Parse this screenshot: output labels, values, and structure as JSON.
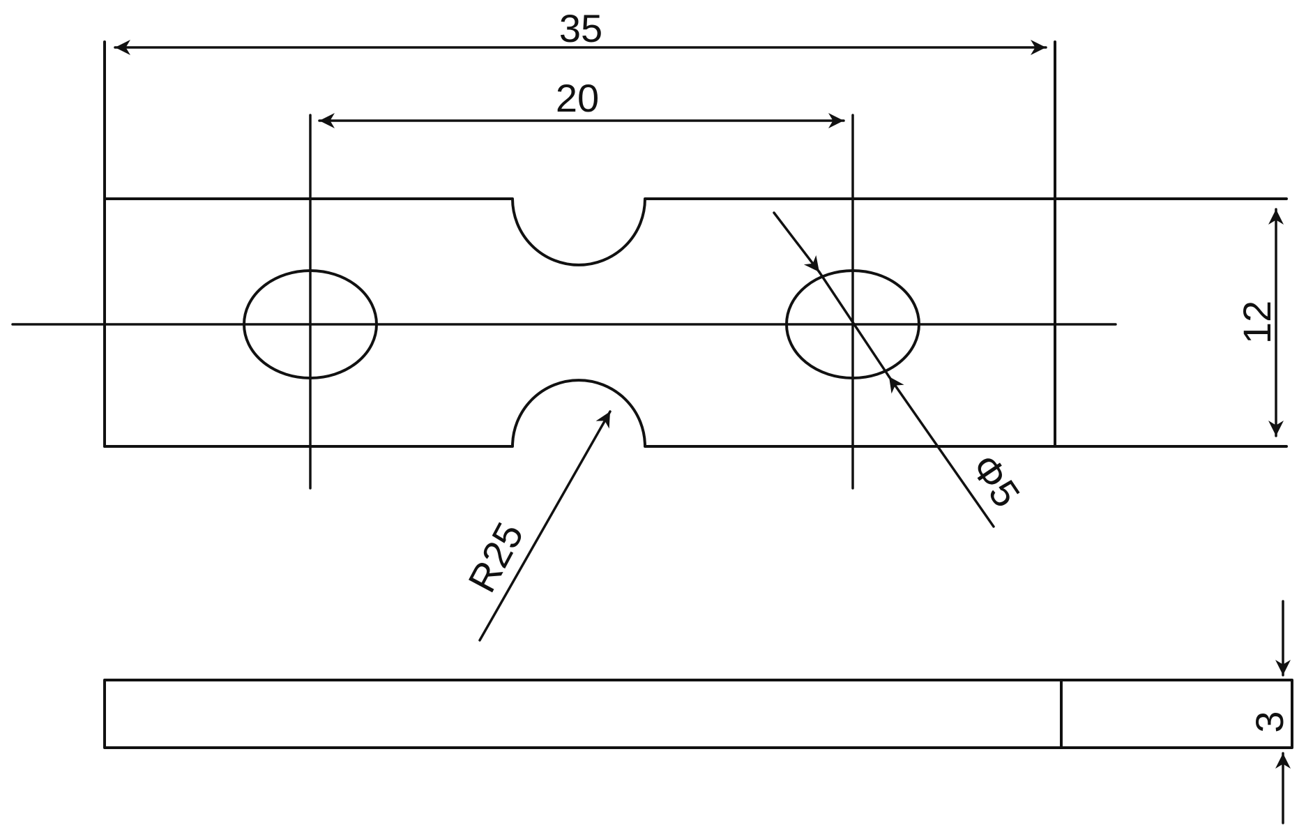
{
  "dimensions": {
    "overall_width": "35",
    "hole_spacing": "20",
    "height": "12",
    "thickness": "3",
    "notch_radius": "R25",
    "hole_diameter": "Φ5"
  },
  "colors": {
    "ink": "#111111",
    "paper": "#ffffff"
  }
}
